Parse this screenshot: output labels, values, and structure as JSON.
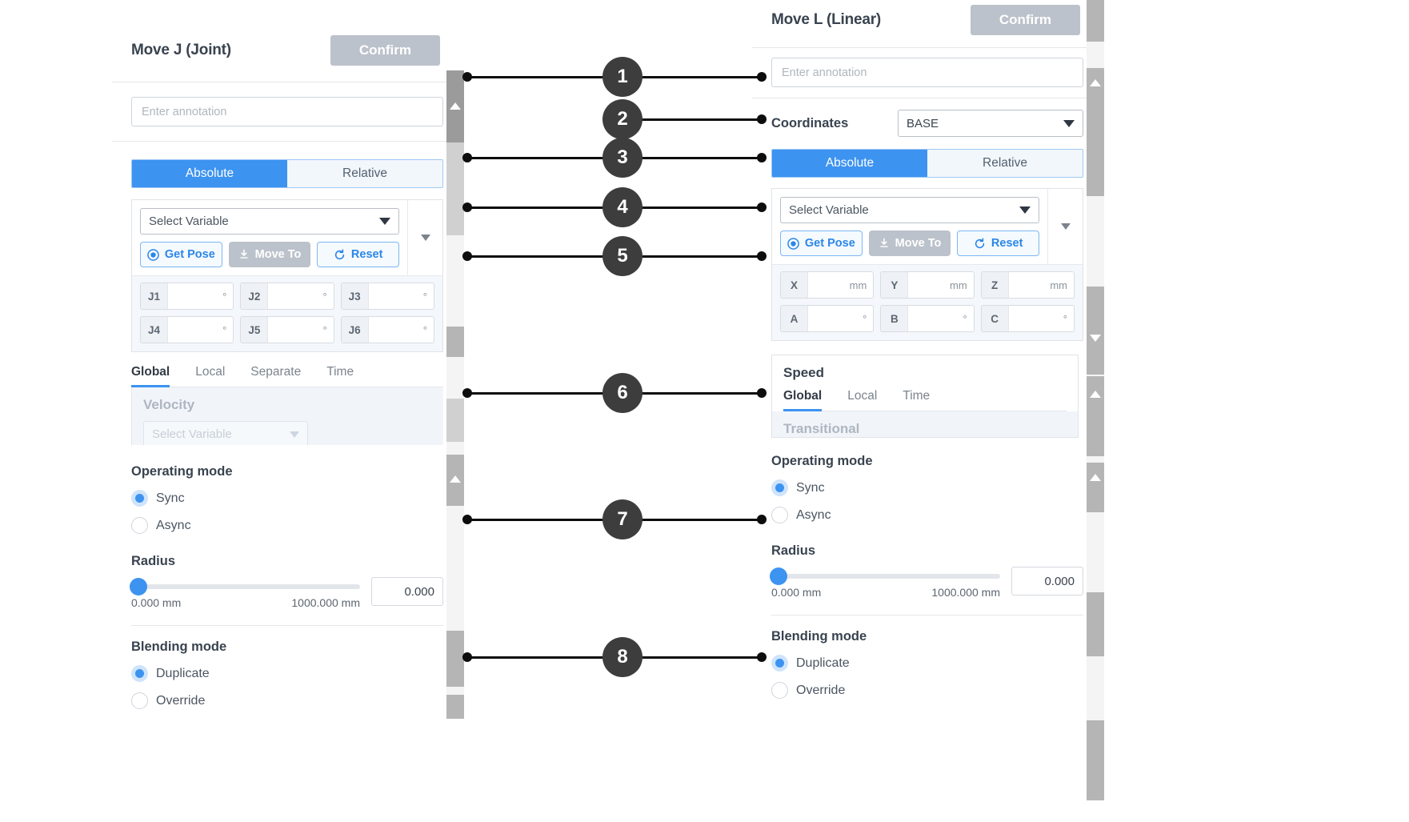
{
  "left_panel": {
    "title": "Move J (Joint)",
    "confirm_label": "Confirm",
    "annotation_placeholder": "Enter annotation",
    "annotation_value": "",
    "segmented": {
      "active": "Absolute",
      "inactive": "Relative"
    },
    "select_variable": "Select Variable",
    "buttons": {
      "get_pose": "Get Pose",
      "move_to": "Move To",
      "reset": "Reset"
    },
    "joint_fields": [
      {
        "label": "J1",
        "value": "",
        "unit": "°"
      },
      {
        "label": "J2",
        "value": "",
        "unit": "°"
      },
      {
        "label": "J3",
        "value": "",
        "unit": "°"
      },
      {
        "label": "J4",
        "value": "",
        "unit": "°"
      },
      {
        "label": "J5",
        "value": "",
        "unit": "°"
      },
      {
        "label": "J6",
        "value": "",
        "unit": "°"
      }
    ],
    "speed_tabs": [
      "Global",
      "Local",
      "Separate",
      "Time"
    ],
    "speed_active_tab": "Global",
    "velocity_title": "Velocity",
    "velocity_select": "Select Variable",
    "operating_mode": {
      "heading": "Operating mode",
      "options": [
        "Sync",
        "Async"
      ],
      "selected": "Sync"
    },
    "radius": {
      "heading": "Radius",
      "min_label": "0.000 mm",
      "max_label": "1000.000 mm",
      "value": "0.000"
    },
    "blending_mode": {
      "heading": "Blending mode",
      "options": [
        "Duplicate",
        "Override"
      ],
      "selected": "Duplicate"
    }
  },
  "right_panel": {
    "title": "Move L (Linear)",
    "confirm_label": "Confirm",
    "annotation_placeholder": "Enter annotation",
    "annotation_value": "",
    "coordinates": {
      "label": "Coordinates",
      "value": "BASE"
    },
    "segmented": {
      "active": "Absolute",
      "inactive": "Relative"
    },
    "select_variable": "Select Variable",
    "buttons": {
      "get_pose": "Get Pose",
      "move_to": "Move To",
      "reset": "Reset"
    },
    "pose_fields": [
      {
        "label": "X",
        "value": "",
        "unit": "mm"
      },
      {
        "label": "Y",
        "value": "",
        "unit": "mm"
      },
      {
        "label": "Z",
        "value": "",
        "unit": "mm"
      },
      {
        "label": "A",
        "value": "",
        "unit": "°"
      },
      {
        "label": "B",
        "value": "",
        "unit": "°"
      },
      {
        "label": "C",
        "value": "",
        "unit": "°"
      }
    ],
    "speed": {
      "heading": "Speed",
      "tabs": [
        "Global",
        "Local",
        "Time"
      ],
      "active_tab": "Global",
      "transitional_label": "Transitional"
    },
    "operating_mode": {
      "heading": "Operating mode",
      "options": [
        "Sync",
        "Async"
      ],
      "selected": "Sync"
    },
    "radius": {
      "heading": "Radius",
      "min_label": "0.000 mm",
      "max_label": "1000.000 mm",
      "value": "0.000"
    },
    "blending_mode": {
      "heading": "Blending mode",
      "options": [
        "Duplicate",
        "Override"
      ],
      "selected": "Duplicate"
    }
  },
  "callouts": [
    {
      "number": "1"
    },
    {
      "number": "2"
    },
    {
      "number": "3"
    },
    {
      "number": "4"
    },
    {
      "number": "5"
    },
    {
      "number": "6"
    },
    {
      "number": "7"
    },
    {
      "number": "8"
    }
  ],
  "colors": {
    "accent_blue": "#3d93f0",
    "accent_blue_light": "#cfe4fb",
    "disabled_gray": "#bcc2cb",
    "callout_bg": "#3d3d3d",
    "panel_bg": "#ffffff",
    "field_bg": "#f4f7fb"
  }
}
